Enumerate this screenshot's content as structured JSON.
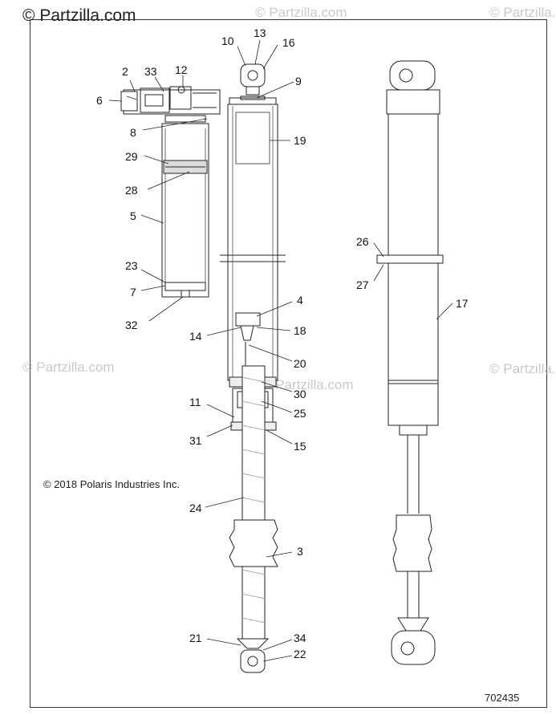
{
  "brand": {
    "logo_symbol": "©",
    "logo_text": "Partzilla.com",
    "watermark": "© Partzilla.com"
  },
  "copyright": "© 2018 Polaris Industries Inc.",
  "drawing_number": "702435",
  "callouts": {
    "c10": "10",
    "c13": "13",
    "c16": "16",
    "c2": "2",
    "c33": "33",
    "c12": "12",
    "c9": "9",
    "c6": "6",
    "c8": "8",
    "c19": "19",
    "c29": "29",
    "c28": "28",
    "c5": "5",
    "c26": "26",
    "c27": "27",
    "c23": "23",
    "c7": "7",
    "c17": "17",
    "c4": "4",
    "c32": "32",
    "c14": "14",
    "c18": "18",
    "c20": "20",
    "c30": "30",
    "c11": "11",
    "c25": "25",
    "c31": "31",
    "c15": "15",
    "c24": "24",
    "c3": "3",
    "c21": "21",
    "c34": "34",
    "c22": "22"
  }
}
